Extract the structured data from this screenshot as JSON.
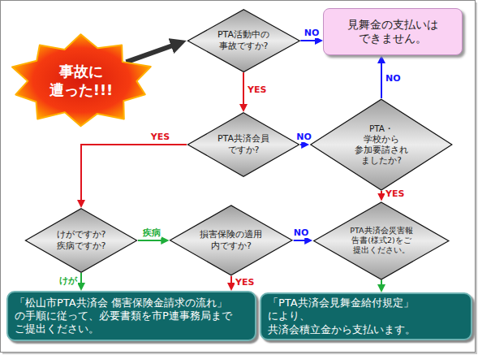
{
  "diagram": {
    "nodes": [
      {
        "text": [
          "PTA活動中の 事故ですか?"
        ]
      },
      {
        "text": [
          "見舞金の支払いは できません。"
        ]
      },
      {
        "text": [
          "事故に 遭った!!!"
        ]
      },
      {
        "text": [
          "PTA共済会員 ですか?"
        ]
      },
      {
        "text": [
          "PTA・学校から 参加要請され ましたか?"
        ]
      },
      {
        "text": [
          "けがですか? 疾病ですか?"
        ]
      },
      {
        "text": [
          "損害保険の適用 内ですか?"
        ]
      },
      {
        "text": [
          "PTA共済会災害報 告書(様式2)をご 提出ください。"
        ]
      },
      {
        "text": [
          "「松山市PTA共済会 傷害保険金請求の流れ」 の手順に従って、必要書類を市P連事務局まで ご提出ください。"
        ]
      },
      {
        "text": [
          "「PTA共済会見舞金給付規定」により、 共済会積立金から支払います。"
        ]
      }
    ],
    "edges": [
      {
        "from": 2,
        "to": 0,
        "arrow": "to"
      },
      {
        "from": 0,
        "to": 1,
        "label": "NO",
        "arrow": "to"
      },
      {
        "from": 0,
        "to": 3,
        "label": "YES",
        "arrow": "to"
      },
      {
        "from": 3,
        "to": 4,
        "label": "NO",
        "arrow": "to"
      },
      {
        "from": 4,
        "to": 1,
        "label": "NO",
        "arrow": "to"
      },
      {
        "from": 4,
        "to": 7,
        "label": "YES",
        "arrow": "to"
      },
      {
        "from": 3,
        "to": 5,
        "label": "YES",
        "arrow": "to"
      },
      {
        "from": 5,
        "to": 6,
        "label": "疾病",
        "arrow": "to"
      },
      {
        "from": 5,
        "to": 8,
        "label": "けが",
        "arrow": "to"
      },
      {
        "from": 6,
        "to": 7,
        "label": "NO",
        "arrow": "to"
      },
      {
        "from": 6,
        "to": 8,
        "label": "YES",
        "arrow": "to"
      },
      {
        "from": 7,
        "to": 9,
        "arrow": "to"
      }
    ]
  }
}
